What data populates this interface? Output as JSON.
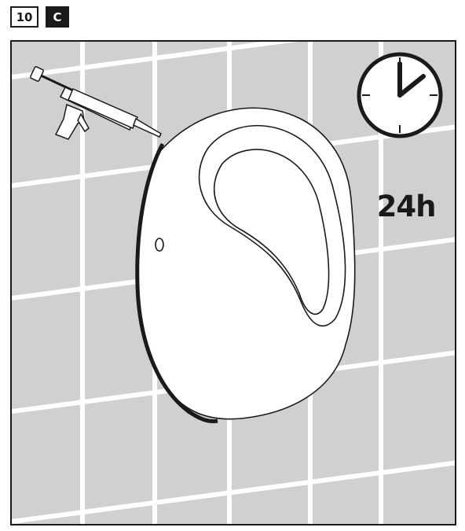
{
  "header": {
    "step_number": "10",
    "step_letter": "C"
  },
  "timer": {
    "duration_label": "24h",
    "icon": "clock-icon"
  },
  "illustration": {
    "tool_icon": "caulking-gun-icon",
    "fixture_icon": "urinal-icon",
    "background": "tiled-wall"
  },
  "colors": {
    "ink": "#1a1a1a",
    "tile": "#d0d0d0",
    "grout": "#ffffff"
  }
}
